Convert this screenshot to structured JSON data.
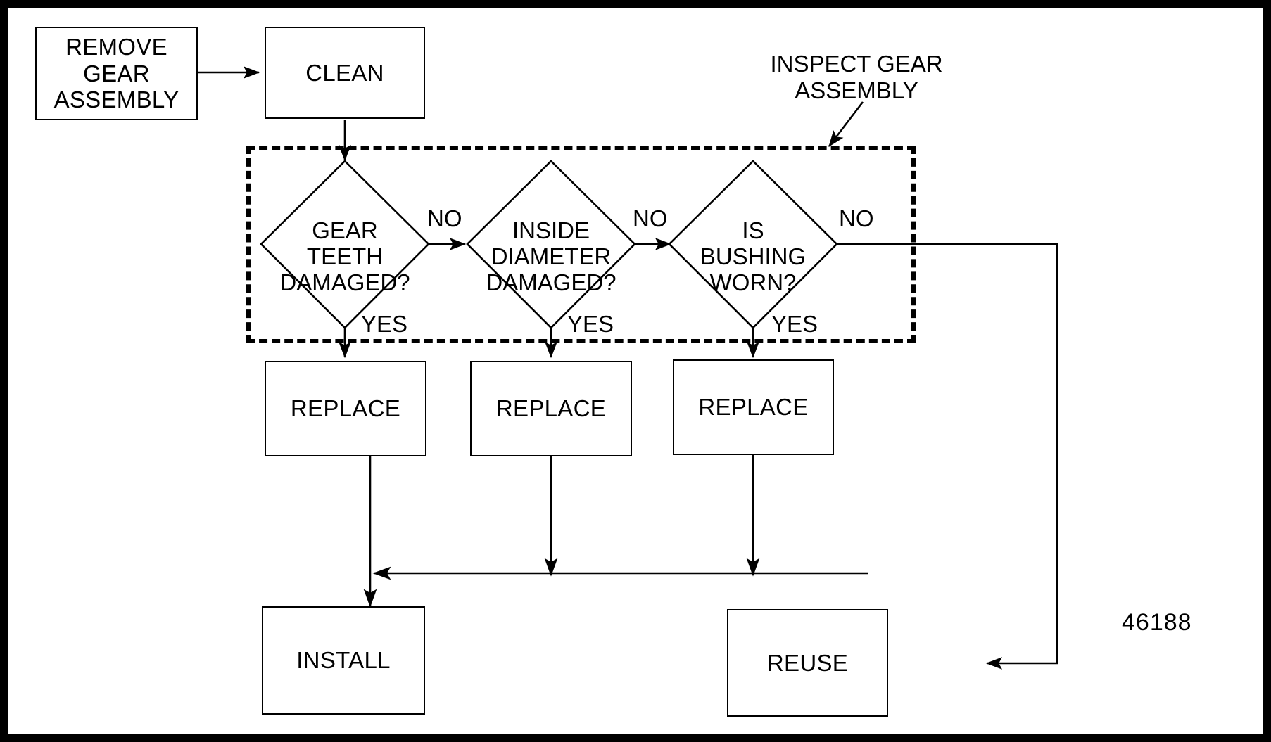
{
  "diagram": {
    "title_label": "INSPECT GEAR ASSEMBLY",
    "figure_id": "46188",
    "colors": {
      "line": "#000000",
      "background": "#ffffff"
    },
    "nodes": {
      "remove": "REMOVE\nGEAR\nASSEMBLY",
      "remove_line1": "REMOVE",
      "remove_line2": "GEAR",
      "remove_line3": "ASSEMBLY",
      "clean": "CLEAN",
      "install": "INSTALL",
      "reuse": "REUSE",
      "replace_1": "REPLACE",
      "replace_2": "REPLACE",
      "replace_3": "REPLACE"
    },
    "decisions": [
      {
        "id": "gear-teeth",
        "line1": "GEAR",
        "line2": "TEETH",
        "line3": "DAMAGED?"
      },
      {
        "id": "inside-diameter",
        "line1": "INSIDE",
        "line2": "DIAMETER",
        "line3": "DAMAGED?"
      },
      {
        "id": "bushing",
        "line1": "IS",
        "line2": "BUSHING",
        "line3": "WORN?"
      }
    ],
    "edge_labels": {
      "no_1": "NO",
      "no_2": "NO",
      "no_3": "NO",
      "yes_1": "YES",
      "yes_2": "YES",
      "yes_3": "YES"
    },
    "callout": {
      "line1": "INSPECT GEAR",
      "line2": "ASSEMBLY"
    }
  }
}
